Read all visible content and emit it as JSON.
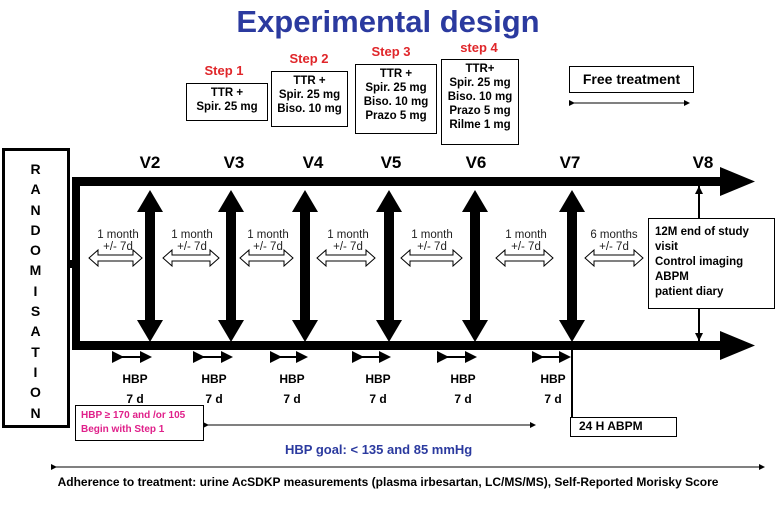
{
  "title": "Experimental design",
  "steps": [
    {
      "label": "Step 1",
      "lines": [
        "TTR +",
        "Spir. 25 mg"
      ]
    },
    {
      "label": "Step 2",
      "lines": [
        "TTR +",
        "Spir. 25 mg",
        "Biso. 10 mg"
      ]
    },
    {
      "label": "Step 3",
      "lines": [
        "TTR +",
        "Spir. 25 mg",
        "Biso. 10 mg",
        "Prazo 5 mg"
      ]
    },
    {
      "label": "step 4",
      "lines": [
        "TTR+",
        "Spir. 25 mg",
        "Biso. 10 mg",
        "Prazo 5 mg",
        "Rilme 1 mg"
      ]
    }
  ],
  "free_treatment": "Free treatment",
  "randomisation": "RANDOMISATION",
  "visits": [
    "V2",
    "V3",
    "V4",
    "V5",
    "V6",
    "V7",
    "V8"
  ],
  "intervals": [
    {
      "line1": "1 month",
      "line2": "+/- 7d"
    },
    {
      "line1": "1 month",
      "line2": "+/- 7d"
    },
    {
      "line1": "1 month",
      "line2": "+/- 7d"
    },
    {
      "line1": "1 month",
      "line2": "+/- 7d"
    },
    {
      "line1": "1 month",
      "line2": "+/- 7d"
    },
    {
      "line1": "1 month",
      "line2": "+/- 7d"
    },
    {
      "line1": "6 months",
      "line2": "+/- 7d"
    }
  ],
  "hbp": {
    "label": "HBP",
    "duration": "7 d"
  },
  "end_of_study": [
    "12M end of study",
    "visit",
    "Control imaging",
    "ABPM",
    "patient diary"
  ],
  "hbp_threshold": [
    "HBP ≥ 170 and /or 105",
    "Begin with Step 1"
  ],
  "abpm": "24 H ABPM",
  "hbp_goal": "HBP goal: < 135 and 85 mmHg",
  "adherence": "Adherence to treatment: urine AcSDKP measurements (plasma irbesartan, LC/MS/MS), Self-Reported Morisky Score",
  "colors": {
    "title": "#2b3a9f",
    "step_label": "#e0262a",
    "threshold_text": "#e0208a",
    "goal_text": "#2b3a9f"
  }
}
